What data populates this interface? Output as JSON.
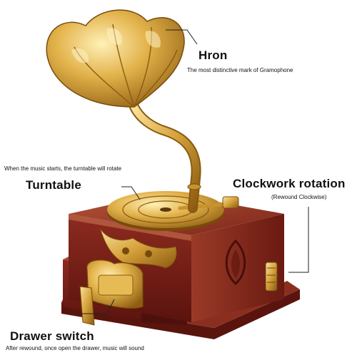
{
  "callouts": {
    "horn": {
      "title": "Hron",
      "subtitle": "The most distinctive mark of Gramophone"
    },
    "turntable": {
      "title": "Turntable",
      "note": "When the music starts, the turntable will rotate"
    },
    "clockwork": {
      "title": "Clockwork rotation",
      "subtitle": "(Rewound Clockwise)"
    },
    "drawer": {
      "title": "Drawer switch",
      "subtitle": "After rewound, once open the drawer, music will sound"
    }
  },
  "colors": {
    "gold": "#d9a93a",
    "gold_dark": "#9a6a16",
    "gold_light": "#f6dc8a",
    "wood": "#7a1f18",
    "wood_dark": "#4e100c",
    "wood_light": "#a3452e",
    "text": "#111111"
  },
  "icons": [
    "gramophone-horn-icon",
    "turntable-record-icon",
    "winding-key-icon",
    "drawer-handle-icon"
  ]
}
